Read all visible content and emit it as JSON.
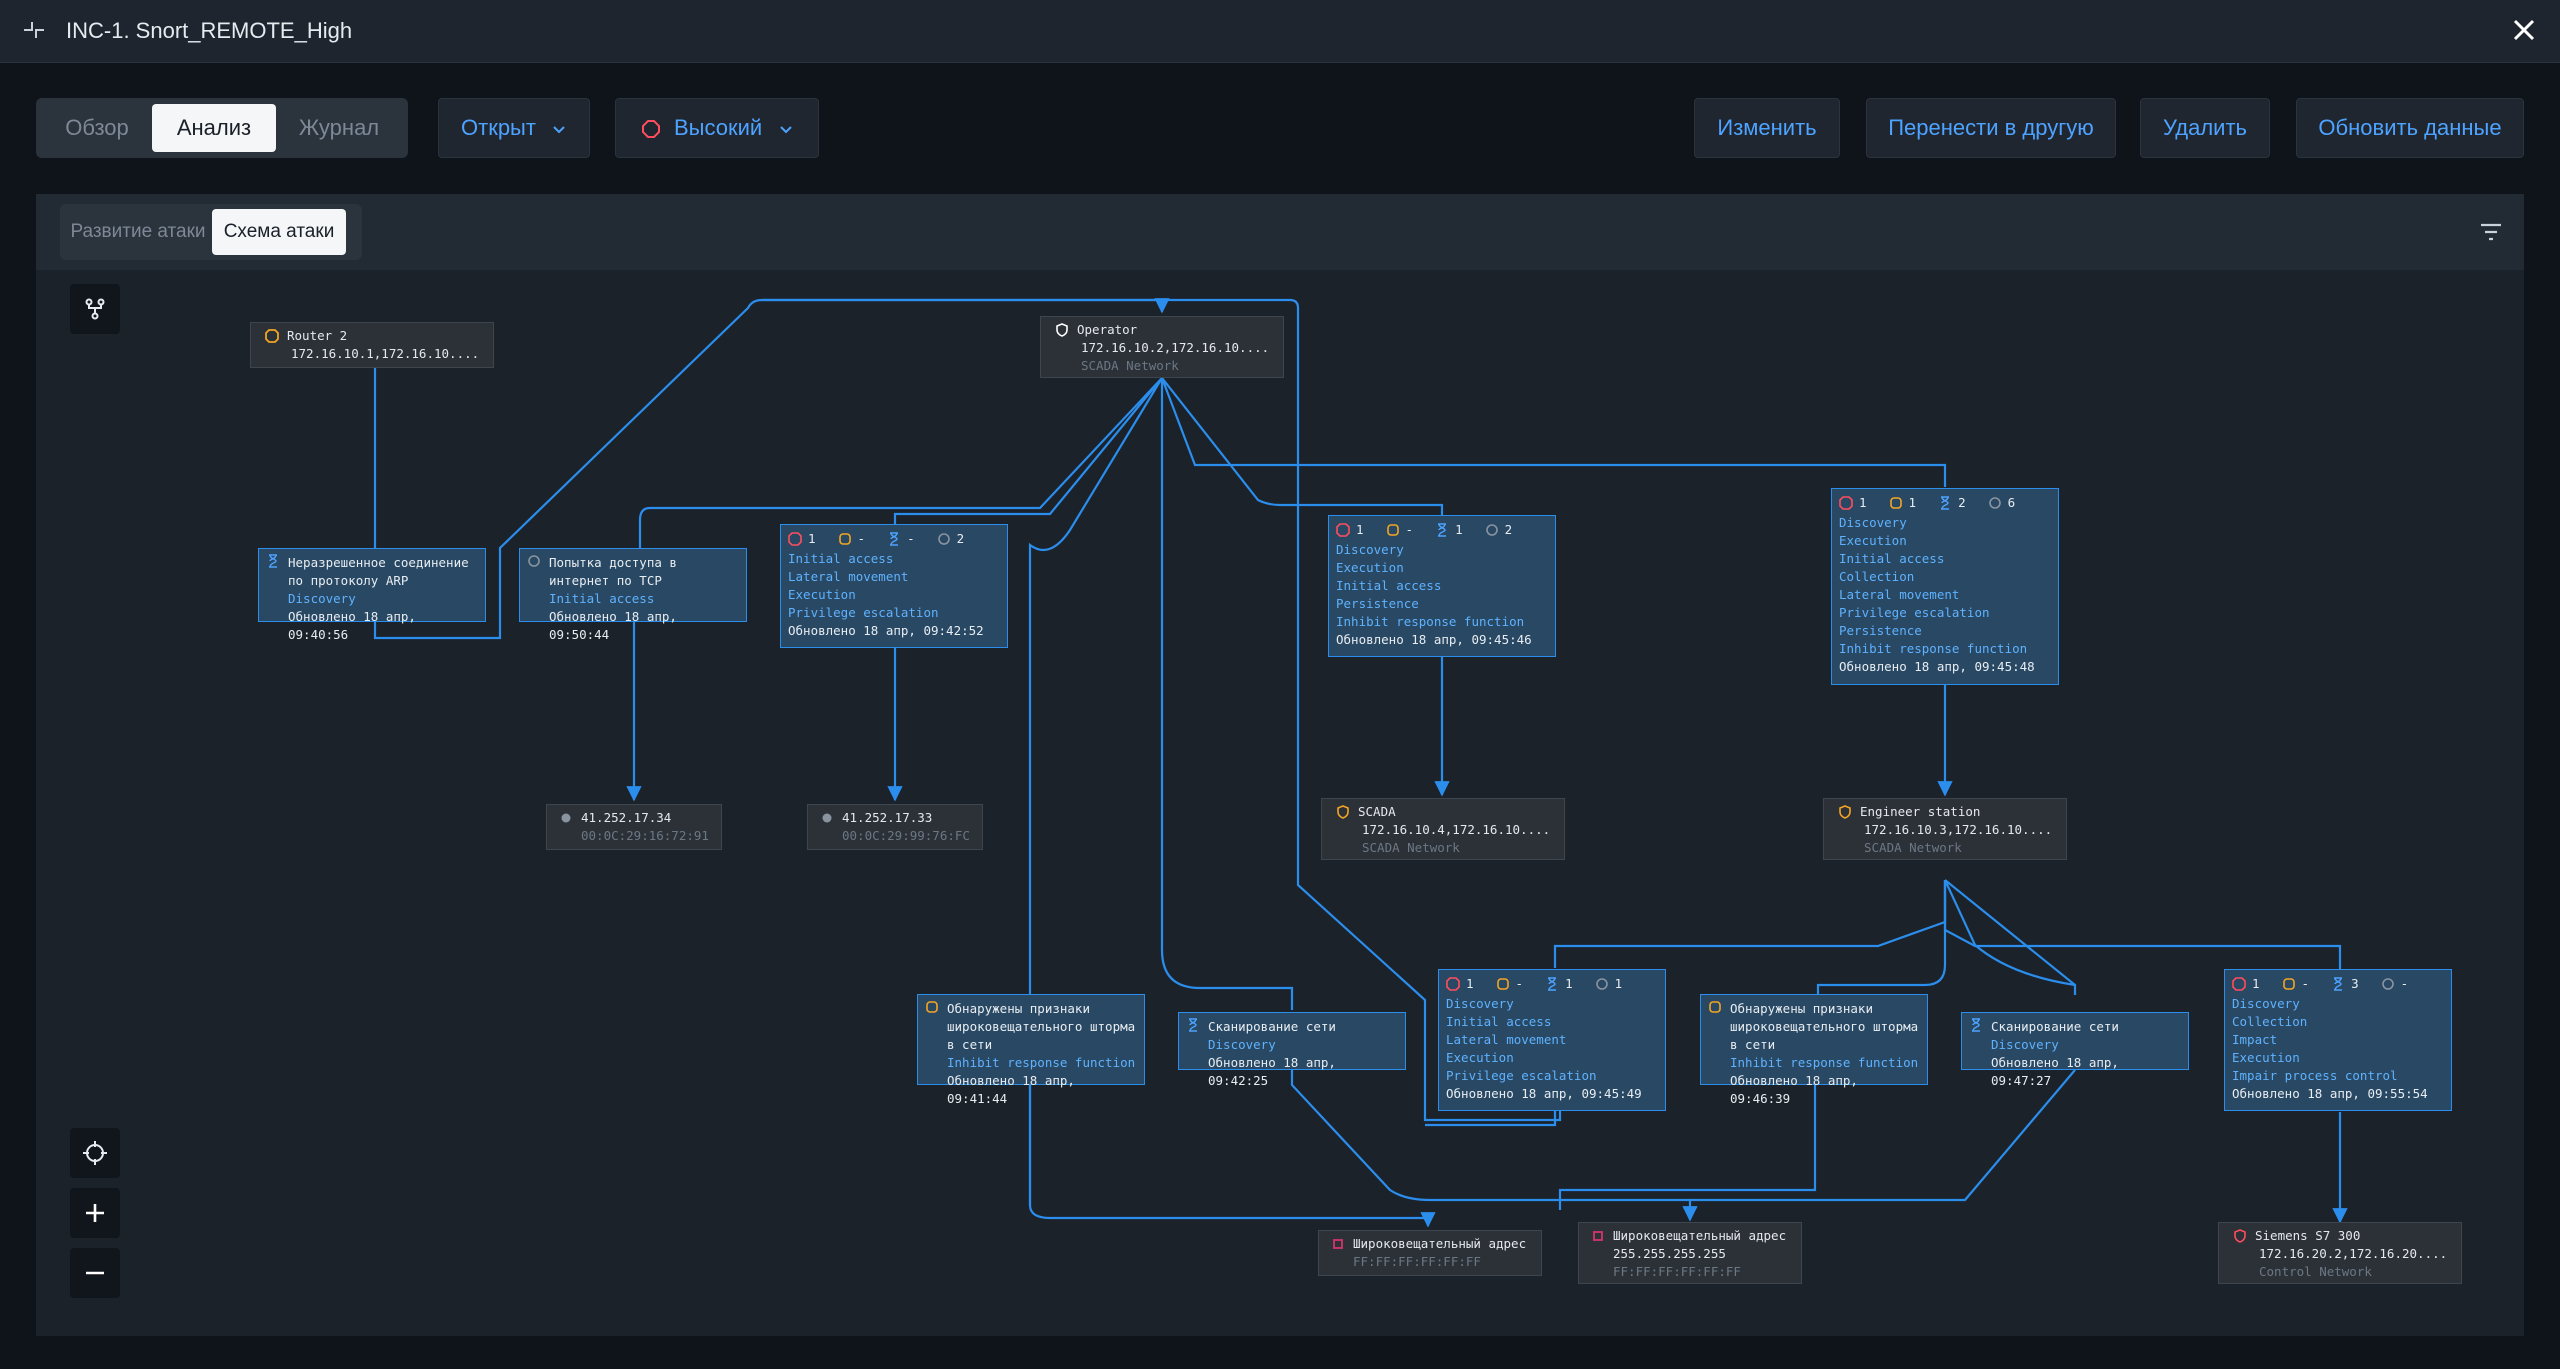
{
  "window": {
    "title": "INC-1. Snort_REMOTE_High"
  },
  "tabs": [
    {
      "label": "Обзор"
    },
    {
      "label": "Анализ"
    },
    {
      "label": "Журнал"
    }
  ],
  "status": {
    "label": "Открыт"
  },
  "severity": {
    "label": "Высокий",
    "color": "#ff4d5e"
  },
  "actions": {
    "edit": "Изменить",
    "move": "Перенести в другую",
    "delete": "Удалить",
    "refresh": "Обновить данные"
  },
  "subtabs": [
    {
      "label": "Развитие атаки"
    },
    {
      "label": "Схема атаки"
    }
  ],
  "colors": {
    "accent": "#4da3ff",
    "edge": "#2b8dec",
    "red": "#ff4d5e",
    "orange": "#f5a524",
    "blue": "#4da3ff",
    "gray": "#8a94a0",
    "magenta": "#d6336c"
  },
  "entities": {
    "router": {
      "name": "Router 2",
      "ip": "172.16.10.1,172.16.10...."
    },
    "operator": {
      "name": "Operator",
      "ip": "172.16.10.2,172.16.10....",
      "net": "SCADA Network"
    },
    "ext1": {
      "name": "41.252.17.34",
      "mac": "00:0C:29:16:72:91"
    },
    "ext2": {
      "name": "41.252.17.33",
      "mac": "00:0C:29:99:76:FC"
    },
    "scada": {
      "name": "SCADA",
      "ip": "172.16.10.4,172.16.10....",
      "net": "SCADA Network"
    },
    "engineer": {
      "name": "Engineer station",
      "ip": "172.16.10.3,172.16.10....",
      "net": "SCADA Network"
    },
    "bcast1": {
      "name": "Широковещательный адрес",
      "mac": "FF:FF:FF:FF:FF:FF"
    },
    "bcast2": {
      "name": "Широковещательный адрес",
      "ip": "255.255.255.255",
      "mac": "FF:FF:FF:FF:FF:FF"
    },
    "siemens": {
      "name": "Siemens S7 300",
      "ip": "172.16.20.2,172.16.20....",
      "net": "Control Network"
    }
  },
  "events": {
    "arp": {
      "title1": "Неразрешенное соединение",
      "title2": "по протоколу ARP",
      "tactic": "Discovery",
      "updated": "Обновлено 18 апр, 09:40:56"
    },
    "tcp": {
      "title1": "Попытка доступа в",
      "title2": "интернет по TCP",
      "tactic": "Initial access",
      "updated": "Обновлено 18 апр, 09:50:44"
    },
    "grp1": {
      "c1": "1",
      "c2": "-",
      "c3": "-",
      "c4": "2",
      "tactics": [
        "Initial access",
        "Lateral movement",
        "Execution",
        "Privilege escalation"
      ],
      "updated": "Обновлено 18 апр, 09:42:52"
    },
    "grp2": {
      "c1": "1",
      "c2": "-",
      "c3": "1",
      "c4": "2",
      "tactics": [
        "Discovery",
        "Execution",
        "Initial access",
        "Persistence",
        "Inhibit response function"
      ],
      "updated": "Обновлено 18 апр, 09:45:46"
    },
    "grp3": {
      "c1": "1",
      "c2": "1",
      "c3": "2",
      "c4": "6",
      "tactics": [
        "Discovery",
        "Execution",
        "Initial access",
        "Collection",
        "Lateral movement",
        "Privilege escalation",
        "Persistence",
        "Inhibit response function"
      ],
      "updated": "Обновлено 18 апр, 09:45:48"
    },
    "storm1": {
      "title1": "Обнаружены признаки",
      "title2": "широковещательного шторма",
      "title3": "в сети",
      "tactic": "Inhibit response function",
      "updated": "Обновлено 18 апр, 09:41:44"
    },
    "scan1": {
      "title1": "Сканирование сети",
      "tactic": "Discovery",
      "updated": "Обновлено 18 апр, 09:42:25"
    },
    "grp4": {
      "c1": "1",
      "c2": "-",
      "c3": "1",
      "c4": "1",
      "tactics": [
        "Discovery",
        "Initial access",
        "Lateral movement",
        "Execution",
        "Privilege escalation"
      ],
      "updated": "Обновлено 18 апр, 09:45:49"
    },
    "storm2": {
      "title1": "Обнаружены признаки",
      "title2": "широковещательного шторма",
      "title3": "в сети",
      "tactic": "Inhibit response function",
      "updated": "Обновлено 18 апр, 09:46:39"
    },
    "scan2": {
      "title1": "Сканирование сети",
      "tactic": "Discovery",
      "updated": "Обновлено 18 апр, 09:47:27"
    },
    "grp5": {
      "c1": "1",
      "c2": "-",
      "c3": "3",
      "c4": "-",
      "tactics": [
        "Discovery",
        "Collection",
        "Impact",
        "Execution",
        "Impair process control"
      ],
      "updated": "Обновлено 18 апр, 09:55:54"
    }
  }
}
